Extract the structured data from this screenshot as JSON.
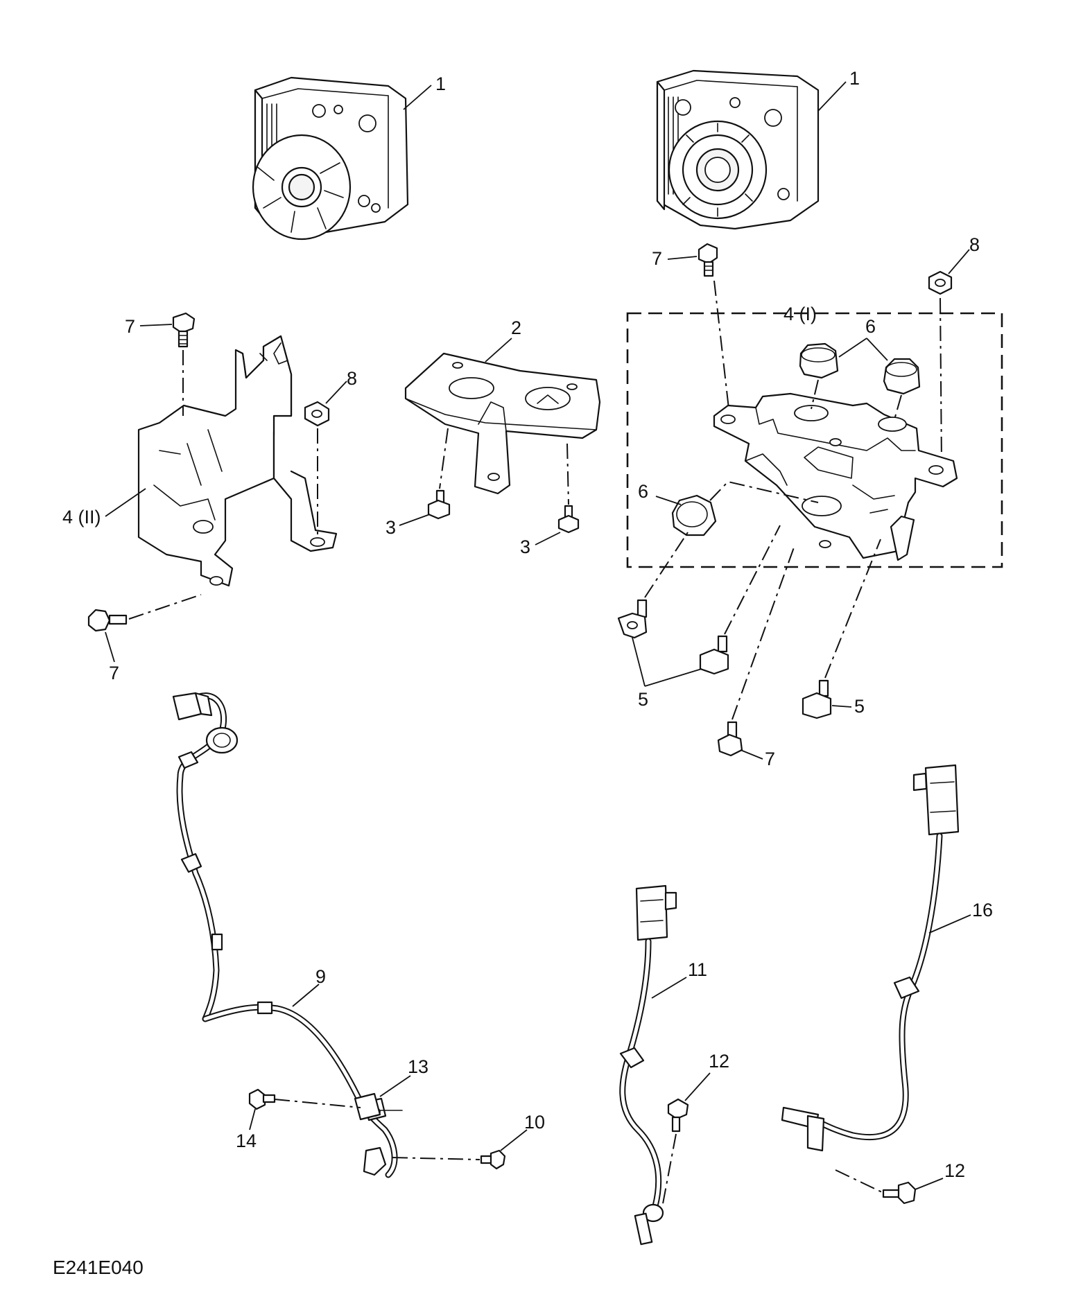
{
  "reference_code": "E241E040",
  "callouts": {
    "c1a": "1",
    "c1b": "1",
    "c2": "2",
    "c3a": "3",
    "c3b": "3",
    "c4i": "4 (I)",
    "c4ii": "4 (II)",
    "c5a": "5",
    "c5b": "5",
    "c6a": "6",
    "c6b": "6",
    "c7a": "7",
    "c7b": "7",
    "c7c": "7",
    "c7d": "7",
    "c8a": "8",
    "c8b": "8",
    "c9": "9",
    "c10": "10",
    "c11": "11",
    "c12a": "12",
    "c12b": "12",
    "c13": "13",
    "c14": "14",
    "c16": "16"
  }
}
